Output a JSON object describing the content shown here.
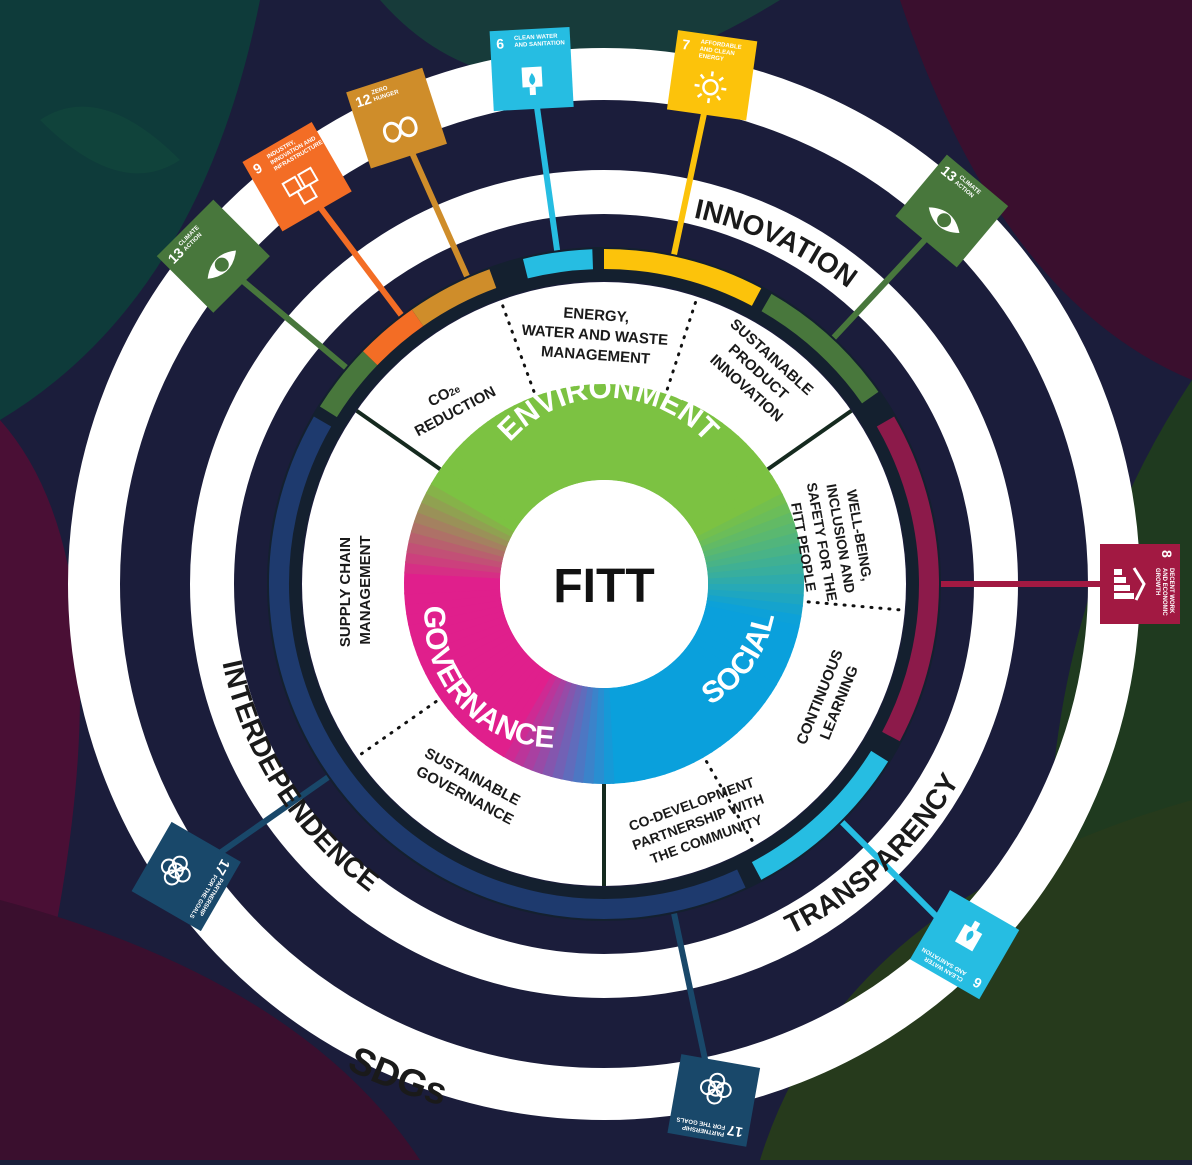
{
  "center": {
    "title": "FITT"
  },
  "pillars": [
    {
      "key": "environment",
      "label": "ENVIRONMENT",
      "color": "#7cc242"
    },
    {
      "key": "social",
      "label": "SOCIAL",
      "color": "#0aa0dc"
    },
    {
      "key": "governance",
      "label": "GOVERNANCE",
      "color": "#e01f8c"
    }
  ],
  "topics": [
    {
      "key": "co2",
      "label": "CO",
      "sub": "2e",
      "line2": "REDUCTION"
    },
    {
      "key": "energy",
      "lines": [
        "ENERGY,",
        "WATER AND WASTE",
        "MANAGEMENT"
      ]
    },
    {
      "key": "product",
      "lines": [
        "SUSTAINABLE",
        "PRODUCT",
        "INNOVATION"
      ]
    },
    {
      "key": "wellbeing",
      "lines": [
        "WELL-BEING,",
        "INCLUSION AND",
        "SAFETY FOR THE",
        "FITT PEOPLE"
      ]
    },
    {
      "key": "learning",
      "lines": [
        "CONTINUOUS",
        "LEARNING"
      ]
    },
    {
      "key": "codev",
      "lines": [
        "CO-DEVELOPMENT",
        "PARTNERSHIP WITH",
        "THE COMMUNITY"
      ]
    },
    {
      "key": "governance",
      "lines": [
        "SUSTAINABLE",
        "GOVERNANCE"
      ]
    },
    {
      "key": "supply",
      "lines": [
        "SUPPLY CHAIN",
        "MANAGEMENT"
      ]
    }
  ],
  "values": {
    "innovation": "INNOVATION",
    "transparency": "TRANSPARENCY",
    "interdependence": "INTERDEPENDENCE",
    "sdgs": "SDGs"
  },
  "sdg_badges": [
    {
      "key": "climate-left",
      "number": "13",
      "lines": [
        "CLIMATE",
        "ACTION"
      ],
      "color": "#48773c",
      "icon": "eye-globe-icon"
    },
    {
      "key": "industry",
      "number": "9",
      "lines": [
        "INDUSTRY,",
        "INNOVATION AND",
        "INFRASTRUCTURE"
      ],
      "color": "#f36d25",
      "icon": "cubes-icon"
    },
    {
      "key": "consumption",
      "number": "12",
      "lines": [
        "ZERO",
        "HUNGER"
      ],
      "color": "#cf8d2a",
      "icon": "infinity-icon"
    },
    {
      "key": "water-top",
      "number": "6",
      "lines": [
        "CLEAN WATER",
        "AND SANITATION"
      ],
      "color": "#26bde2",
      "icon": "water-drop-icon"
    },
    {
      "key": "energy",
      "number": "7",
      "lines": [
        "AFFORDABLE",
        "AND CLEAN",
        "ENERGY"
      ],
      "color": "#fcc30b",
      "icon": "sun-icon"
    },
    {
      "key": "climate-right",
      "number": "13",
      "lines": [
        "CLIMATE",
        "ACTION"
      ],
      "color": "#48773c",
      "icon": "eye-globe-icon"
    },
    {
      "key": "work",
      "number": "8",
      "lines": [
        "DECENT WORK",
        "AND ECONOMIC",
        "GROWTH"
      ],
      "color": "#a21942",
      "icon": "growth-chart-icon"
    },
    {
      "key": "water-bottom",
      "number": "6",
      "lines": [
        "CLEAN WATER",
        "AND SANITATION"
      ],
      "color": "#26bde2",
      "icon": "water-drop-icon"
    },
    {
      "key": "partnership-bottom",
      "number": "17",
      "lines": [
        "PARTNERSHIP",
        "FOR THE GOALS"
      ],
      "color": "#19486a",
      "icon": "flower-rings-icon"
    },
    {
      "key": "partnership-left",
      "number": "17",
      "lines": [
        "PARTNERSHIP",
        "FOR THE GOALS"
      ],
      "color": "#19486a",
      "icon": "flower-rings-icon"
    }
  ],
  "colors": {
    "background": "#1a1f3a",
    "ring": "#ffffff",
    "text": "#1a1a1a",
    "governance_arc": "#1e3a6e",
    "social_arc": "#8c1a4a"
  }
}
